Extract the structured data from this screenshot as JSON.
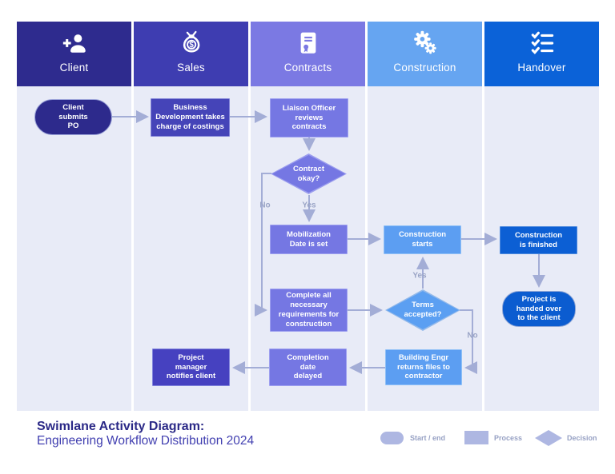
{
  "diagram_type": "swimlane-activity-diagram",
  "lanes": [
    {
      "id": "client",
      "label": "Client",
      "icon": "person-add-icon",
      "header_color": "#2e2b8e"
    },
    {
      "id": "sales",
      "label": "Sales",
      "icon": "money-bag-icon",
      "header_color": "#3e3db1"
    },
    {
      "id": "contracts",
      "label": "Contracts",
      "icon": "certificate-icon",
      "header_color": "#7b79e3"
    },
    {
      "id": "construction",
      "label": "Construction",
      "icon": "gears-icon",
      "header_color": "#66a5f1"
    },
    {
      "id": "handover",
      "label": "Handover",
      "icon": "checklist-icon",
      "header_color": "#0b62d8"
    }
  ],
  "nodes": {
    "client_submits_po": {
      "text": "Client\nsubmits\nPO",
      "type": "start-end",
      "lane": "Client"
    },
    "business_development": {
      "text": "Business\nDevelopment takes\ncharge of costings",
      "type": "process",
      "lane": "Sales"
    },
    "liaison_officer": {
      "text": "Liaison Officer\nreviews\ncontracts",
      "type": "process",
      "lane": "Contracts"
    },
    "contract_okay": {
      "text": "Contract\nokay?",
      "type": "decision",
      "lane": "Contracts"
    },
    "mobilization_date": {
      "text": "Mobilization\nDate is set",
      "type": "process",
      "lane": "Contracts"
    },
    "construction_starts": {
      "text": "Construction\nstarts",
      "type": "process",
      "lane": "Construction"
    },
    "construction_finished": {
      "text": "Construction\nis finished",
      "type": "process",
      "lane": "Handover"
    },
    "terms_accepted": {
      "text": "Terms\naccepted?",
      "type": "decision",
      "lane": "Construction"
    },
    "project_handed_over": {
      "text": "Project is\nhanded over\nto the client",
      "type": "start-end",
      "lane": "Handover"
    },
    "complete_requirements": {
      "text": "Complete all\nnecessary\nrequirements for\nconstruction",
      "type": "process",
      "lane": "Contracts"
    },
    "completion_delayed": {
      "text": "Completion\ndate\ndelayed",
      "type": "process",
      "lane": "Contracts"
    },
    "building_engr": {
      "text": "Building Engr\nreturns files to\ncontractor",
      "type": "process",
      "lane": "Construction"
    },
    "project_manager": {
      "text": "Project\nmanager\nnotifies client",
      "type": "process",
      "lane": "Sales"
    }
  },
  "edge_labels": {
    "contract_no": "No",
    "contract_yes": "Yes",
    "terms_yes": "Yes",
    "terms_no": "No"
  },
  "footer": {
    "title": "Swimlane Activity Diagram:",
    "subtitle": "Engineering Workflow Distribution 2024"
  },
  "legend": {
    "items": [
      {
        "shape": "start-end",
        "label": "Start / end"
      },
      {
        "shape": "process",
        "label": "Process"
      },
      {
        "shape": "decision",
        "label": "Decision"
      }
    ]
  },
  "colors": {
    "lane_client": "#2e2b8e",
    "lane_sales": "#3e3db1",
    "lane_contracts": "#7b79e3",
    "lane_construction": "#66a5f1",
    "lane_handover": "#0b62d8",
    "node_purple": "#7577e3",
    "node_indigo": "#4544b8",
    "node_blue": "#5c9ef2",
    "node_blue_dark": "#0c5fd4",
    "node_navy": "#2d2a8c",
    "lane_background": "#e8ebf7",
    "arrow": "#a3add6",
    "edge_label_text": "#9aa4c6",
    "legend_swatch": "#aeb7e2",
    "title_text": "#2b2987",
    "subtitle_text": "#413fb0"
  }
}
